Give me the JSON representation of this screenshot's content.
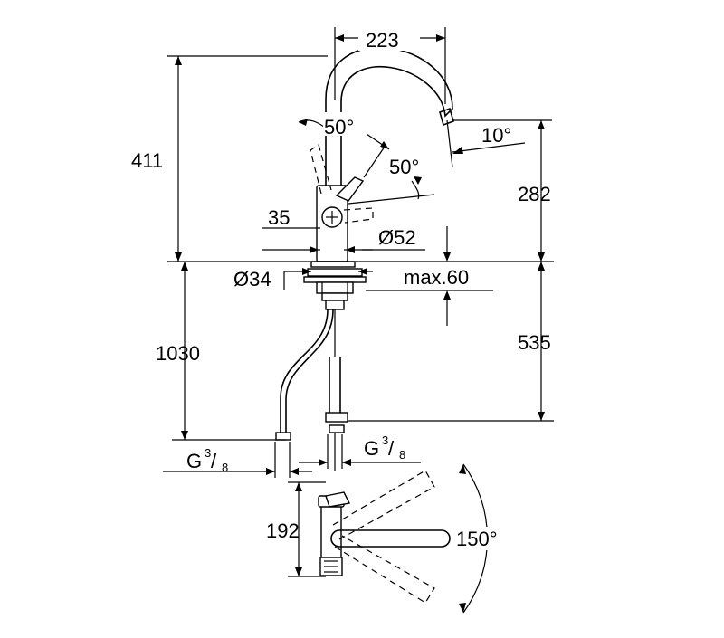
{
  "dimensions": {
    "spout_reach": "223",
    "total_height": "411",
    "spout_outlet_height": "282",
    "angle_spout_tilt": "10°",
    "angle_lever_up": "50°",
    "angle_lever_back": "50°",
    "lever_width": "35",
    "base_diameter": "Ø52",
    "hole_diameter": "Ø34",
    "max_counter_thickness": "max.60",
    "hose_length": "1030",
    "below_counter_length": "535",
    "connection_left": "G",
    "connection_right": "G",
    "thread_numerator": "3",
    "thread_denominator": "8",
    "plan_depth": "192",
    "swivel_angle": "150°"
  }
}
